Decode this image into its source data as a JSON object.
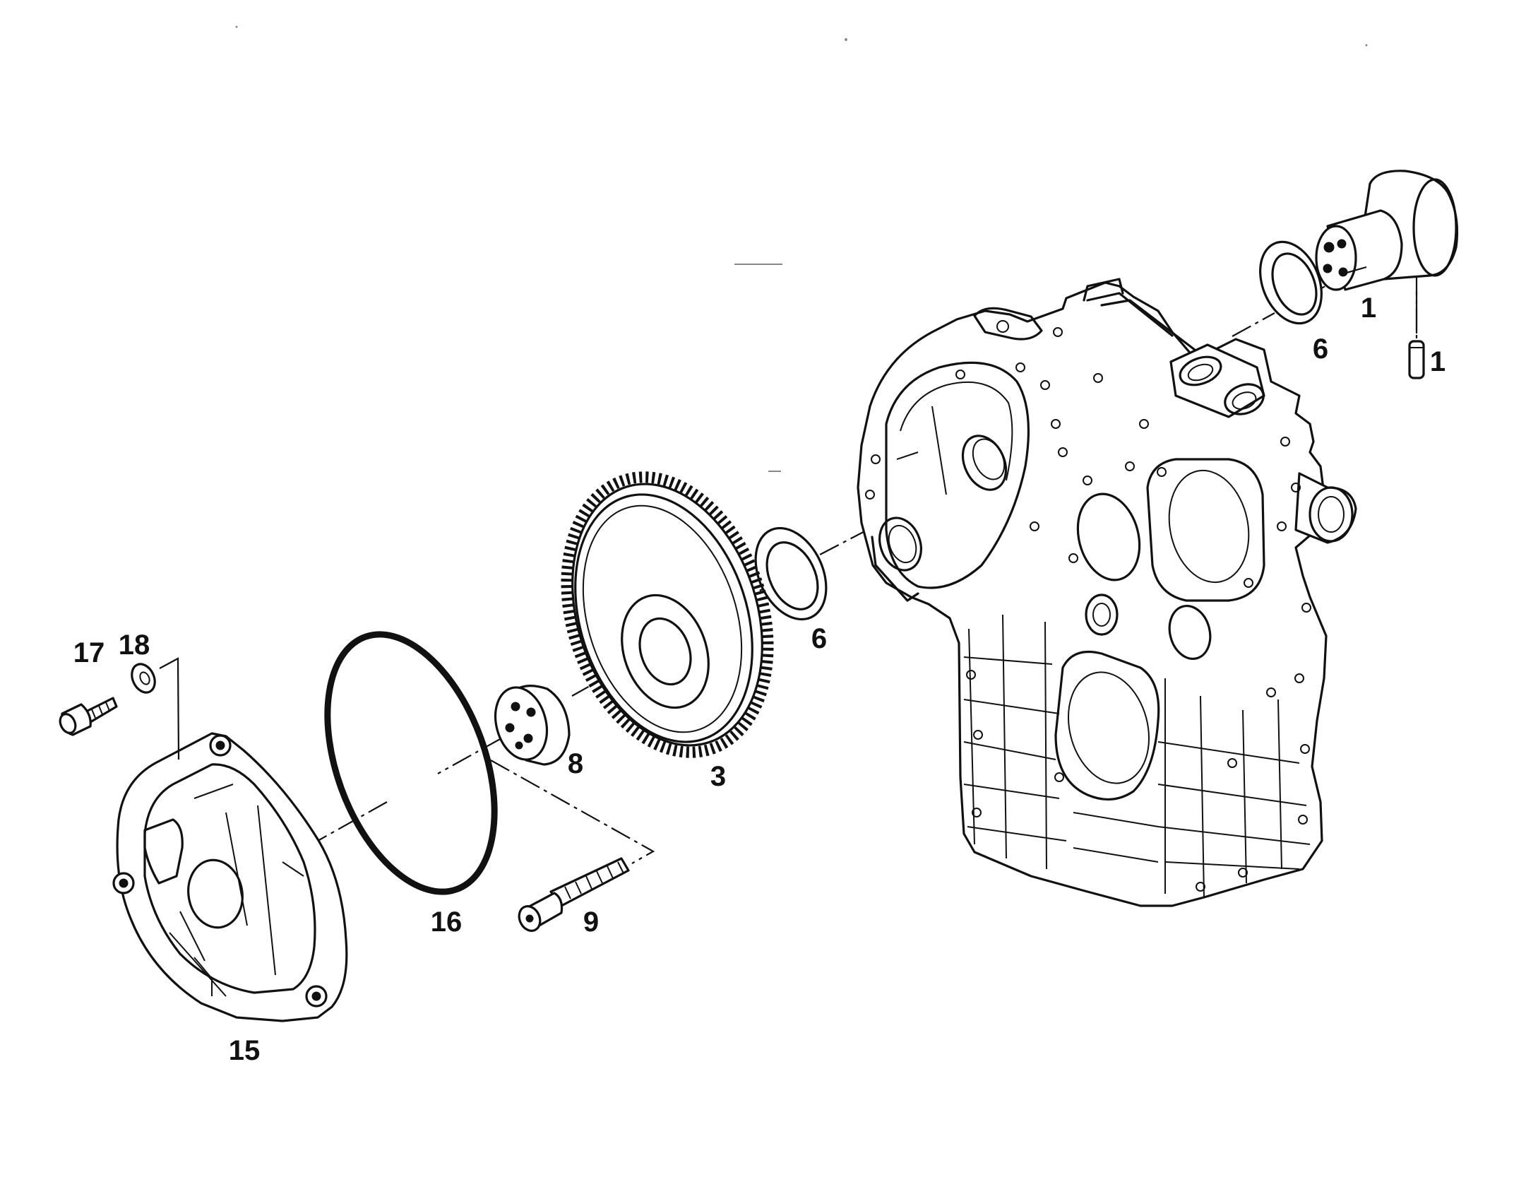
{
  "callouts": {
    "c1_top": "1",
    "c1_pin": "1",
    "c6_top": "6",
    "c6_mid": "6",
    "c3": "3",
    "c8": "8",
    "c9": "9",
    "c16": "16",
    "c15": "15",
    "c17": "17",
    "c18": "18"
  }
}
